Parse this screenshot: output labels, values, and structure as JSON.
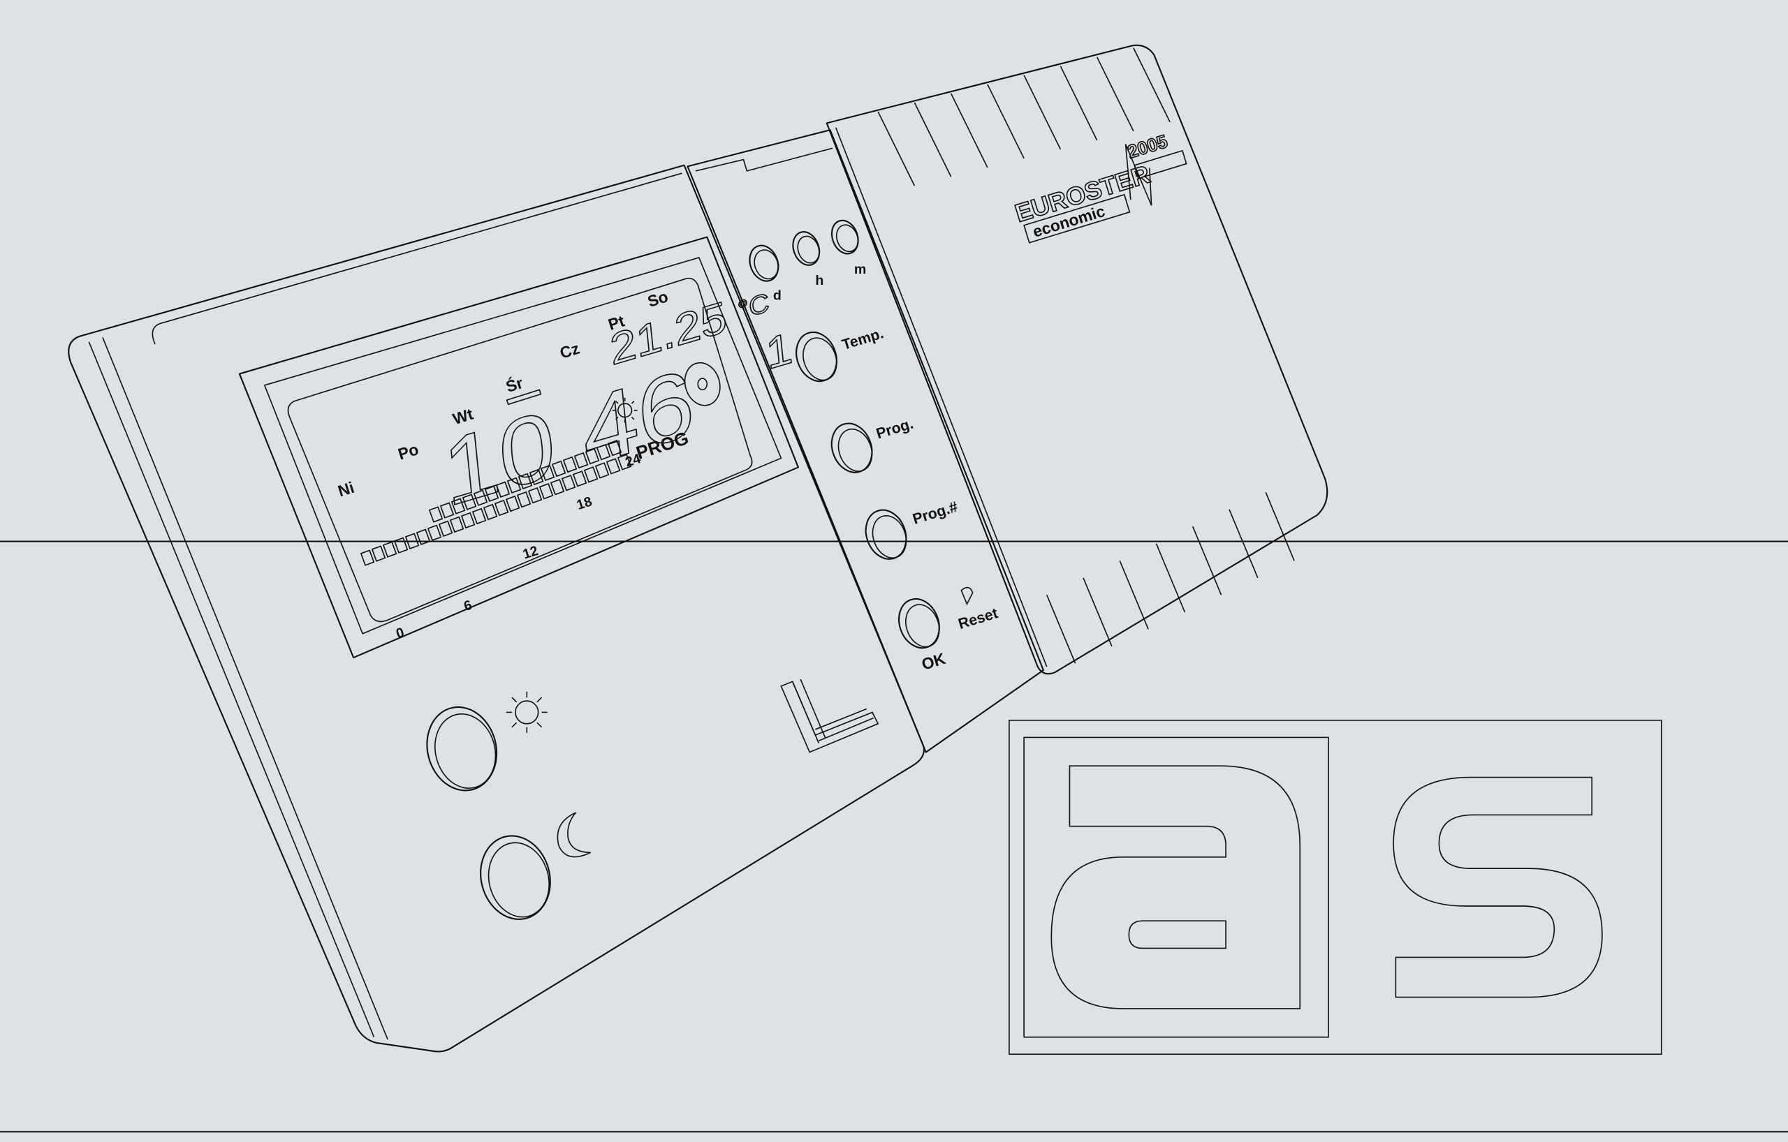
{
  "device": {
    "brand": "EUROSTER",
    "model": "economic",
    "year": "2005",
    "lcd": {
      "days": [
        "Ni",
        "Po",
        "Wt",
        "Śr",
        "Cz",
        "Pt",
        "So"
      ],
      "active_day": "Śr",
      "time": "10 46",
      "temperature": "21.25",
      "unit": "°C",
      "prog_label": "PROG",
      "prog_number": "1",
      "hour_ticks": [
        "0",
        "6",
        "12",
        "18",
        "24"
      ]
    },
    "buttons": {
      "day": "d",
      "hour": "h",
      "minute": "m",
      "temp": "Temp.",
      "prog": "Prog.",
      "prog_num": "Prog.#",
      "ok": "OK",
      "reset": "Reset"
    }
  },
  "logo": {
    "text": "as"
  },
  "colors": {
    "background": "#dfe2e5",
    "line": "#111111"
  }
}
